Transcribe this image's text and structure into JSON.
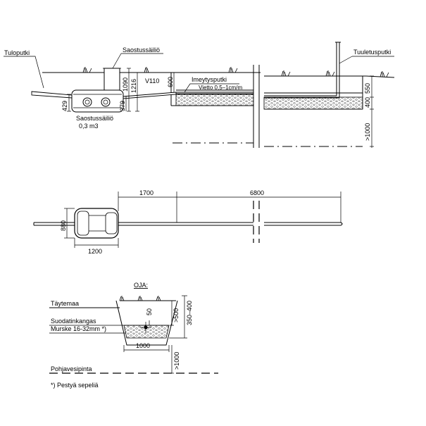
{
  "profile": {
    "tuloputki": "Tuloputki",
    "saostussailio_top": "Saostussäiliö",
    "saostussailio_bottom": "Saostussäiliö",
    "volume": "0,3  m3",
    "v110": "V110",
    "imeytysputki": "Imeytysputki",
    "vietto": "Vietto 0,5–1cm/m",
    "tuuletusputki": "Tuuletusputki",
    "dim_1090": "1090",
    "dim_1216": "1216",
    "dim_600": "600",
    "dim_429": "429",
    "dim_379": "379",
    "dim_550": "550",
    "dim_400": "400",
    "dim_gt1000": ">1000"
  },
  "plan": {
    "dim_1700": "1700",
    "dim_6800": "6800",
    "dim_880": "880",
    "dim_1200": "1200"
  },
  "section": {
    "title": "OJA:",
    "taytemaa": "Täytemaa",
    "suodatinkangas": "Suodatinkangas",
    "murske": "Murske 16-32mm *)",
    "dim_50": "50",
    "dim_gt500": ">500",
    "dim_350_400": "350–400",
    "dim_1000": "1000",
    "dim_gt1000": ">1000",
    "pohjavesipinta": "Pohjavesipinta",
    "footnote": "*) Pestyä sepeliä"
  }
}
